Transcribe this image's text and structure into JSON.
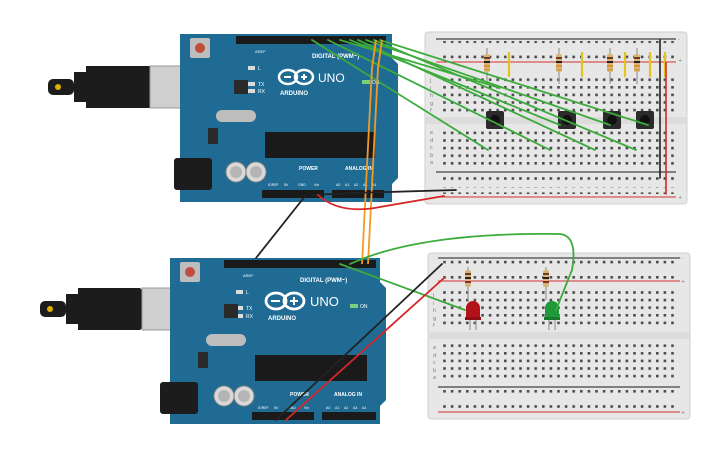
{
  "colors": {
    "board_blue": "#1f6b94",
    "board_dark": "#1b5a7e",
    "breadboard": "#e7e7e7",
    "rail_red": "#d32f2f",
    "rail_blue": "#1a1a1a",
    "wire_green": "#3cab3c",
    "wire_orange": "#f29b22",
    "wire_black": "#222222",
    "wire_red": "#d62828",
    "led_red": "#b3121a",
    "led_green": "#1f9a3a",
    "usb_black": "#1c1c1c"
  },
  "board_top": {
    "logo_text": "ARDUINO",
    "model_text": "UNO",
    "digital_label": "DIGITAL (PWM~)",
    "power_label": "POWER",
    "analog_label": "ANALOG IN",
    "on_label": "ON",
    "tx_label": "TX",
    "rx_label": "RX",
    "l_label": "L",
    "aref_label": "AREF",
    "gnd_label": "GND",
    "ioref_label": "IOREF",
    "reset_label": "RESET",
    "v33_label": "3.3V",
    "v5_label": "5V",
    "vin_label": "Vin",
    "a0_label": "A0",
    "a1_label": "A1",
    "a2_label": "A2",
    "a3_label": "A3",
    "a4_label": "A4",
    "a5_label": "A5"
  },
  "board_bottom": {
    "logo_text": "ARDUINO",
    "model_text": "UNO",
    "digital_label": "DIGITAL (PWM~)",
    "power_label": "POWER",
    "analog_label": "ANALOG IN",
    "on_label": "ON",
    "tx_label": "TX",
    "rx_label": "RX",
    "l_label": "L",
    "aref_label": "AREF",
    "gnd_label": "GND",
    "ioref_label": "IOREF",
    "reset_label": "RESET",
    "v33_label": "3.3V",
    "v5_label": "5V",
    "vin_label": "Vin",
    "a0_label": "A0",
    "a1_label": "A1",
    "a2_label": "A2",
    "a3_label": "A3",
    "a4_label": "A4",
    "a5_label": "A5"
  },
  "breadboard_top": {
    "row_labels_top": [
      "j",
      "i",
      "h",
      "g",
      "f"
    ],
    "row_labels_bottom": [
      "e",
      "d",
      "c",
      "b",
      "a"
    ],
    "plus": "+",
    "minus": "-"
  },
  "breadboard_bottom": {
    "row_labels_top": [
      "j",
      "i",
      "h",
      "g",
      "f"
    ],
    "row_labels_bottom": [
      "e",
      "d",
      "c",
      "b",
      "a"
    ],
    "plus": "+",
    "minus": "-"
  }
}
